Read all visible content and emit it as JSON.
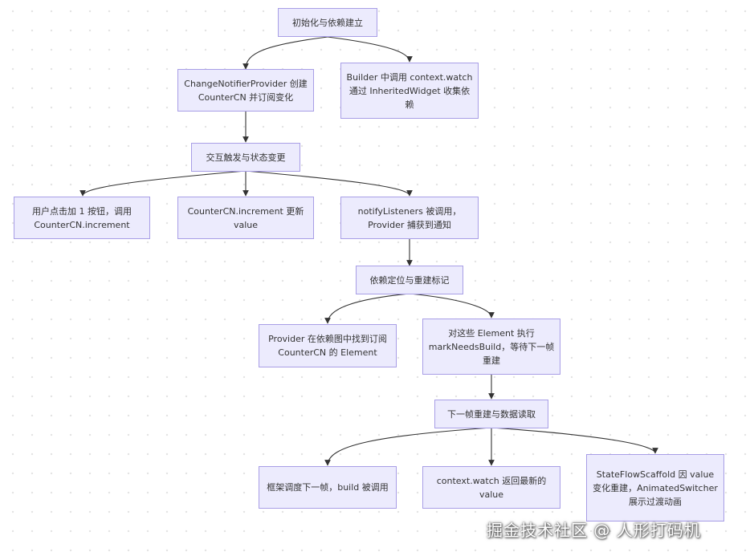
{
  "nodes": {
    "init": "初始化与依赖建立",
    "provider_create": "ChangeNotifierProvider 创建 CounterCN 并订阅变化",
    "builder_watch": "Builder 中调用 context.watch 通过 InheritedWidget 收集依赖",
    "interaction": "交互触发与状态变更",
    "user_click": "用户点击加 1 按钮，调用 CounterCN.increment",
    "increment_update": "CounterCN.increment 更新 value",
    "notify_listeners": "notifyListeners 被调用，Provider 捕获到通知",
    "locate_rebuild": "依赖定位与重建标记",
    "find_element": "Provider 在依赖图中找到订阅 CounterCN 的 Element",
    "mark_needs_build": "对这些 Element 执行 markNeedsBuild，等待下一帧重建",
    "next_frame": "下一帧重建与数据读取",
    "schedule_build": "框架调度下一帧，build 被调用",
    "watch_return": "context.watch 返回最新的 value",
    "scaffold_rebuild": "StateFlowScaffold 因 value 变化重建，AnimatedSwitcher 展示过渡动画"
  },
  "watermark": "掘金技术社区 @ 人形打码机",
  "colors": {
    "node_fill": "#ecebfd",
    "node_border": "#a89ee6",
    "edge": "#333333",
    "text": "#333333"
  }
}
